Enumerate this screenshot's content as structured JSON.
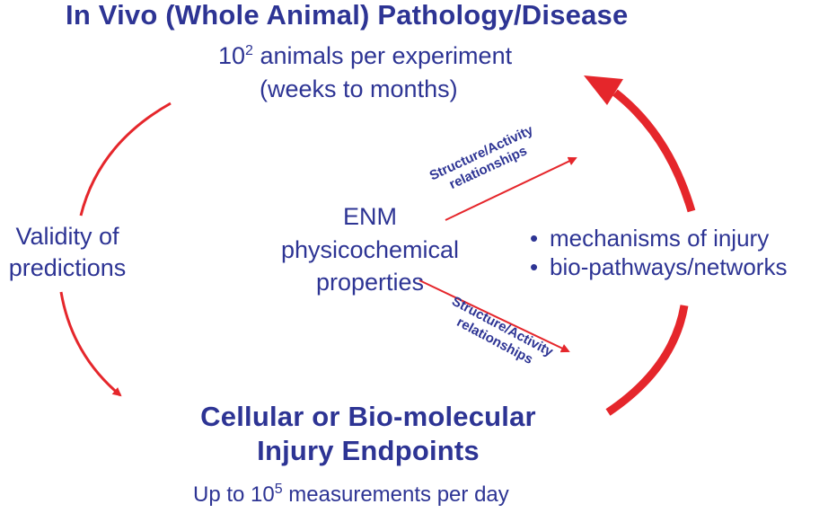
{
  "top": {
    "title": "In Vivo (Whole Animal) Pathology/Disease",
    "line1_base": "10",
    "line1_exp": "2",
    "line1_rest": " animals per experiment",
    "line2": "(weeks to months)"
  },
  "left": {
    "line1": "Validity of",
    "line2": "predictions"
  },
  "center": {
    "line1": "ENM",
    "line2": "physicochemical",
    "line3": "properties"
  },
  "sar_upper": {
    "line1": "Structure/Activity",
    "line2": "relationships"
  },
  "sar_lower": {
    "line1": "Structure/Activity",
    "line2": "relationships"
  },
  "right": {
    "items": [
      "mechanisms of injury",
      "bio-pathways/networks"
    ],
    "bullet": "•"
  },
  "bottom": {
    "title_line1": "Cellular or Bio-molecular",
    "title_line2": "Injury Endpoints",
    "meas_prefix": "Up to 10",
    "meas_exp": "5",
    "meas_rest": " measurements per day"
  },
  "colors": {
    "text": "#2d3494",
    "arrow": "#e5262b"
  }
}
